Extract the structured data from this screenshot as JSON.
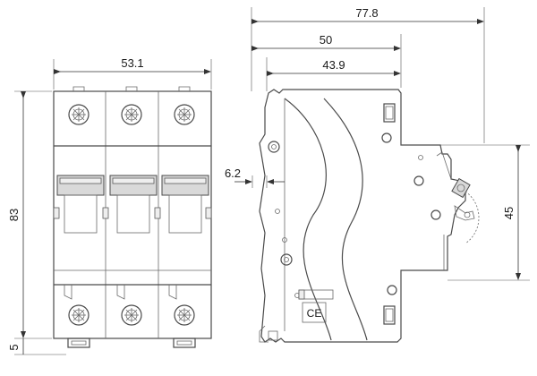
{
  "dimensions": {
    "front_width": "53.1",
    "front_height": "83",
    "rail_height": "5",
    "side_total_depth": "77.8",
    "side_depth_50": "50",
    "side_depth_43": "43.9",
    "side_offset": "6.2",
    "side_height": "45"
  },
  "marking": {
    "ce": "CE"
  }
}
